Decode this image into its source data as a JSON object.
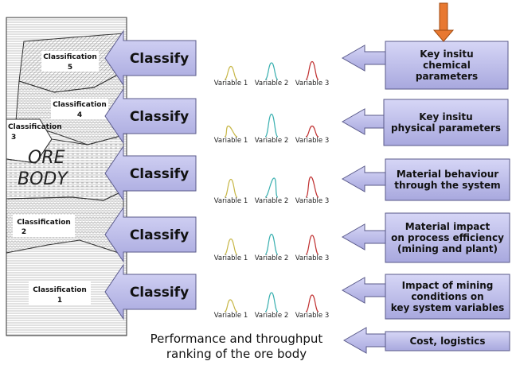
{
  "ore_body": {
    "label_line1": "ORE",
    "label_line2": "BODY",
    "classifications": [
      {
        "name": "Classification",
        "number": "5"
      },
      {
        "name": "Classification",
        "number": "4"
      },
      {
        "name": "Classification",
        "number": "3"
      },
      {
        "name": "Classification",
        "number": "2"
      },
      {
        "name": "Classification",
        "number": "1"
      }
    ]
  },
  "classify_label": "Classify",
  "variables": [
    "Variable 1",
    "Variable 2",
    "Variable 3"
  ],
  "variable_colors": [
    "#c8b84a",
    "#3ab0b0",
    "#c03030"
  ],
  "parameter_boxes": [
    {
      "lines": [
        "Key  insitu",
        "chemical",
        "parameters"
      ]
    },
    {
      "lines": [
        "Key  insitu",
        "physical  parameters"
      ]
    },
    {
      "lines": [
        "Material behaviour",
        "through the system"
      ]
    },
    {
      "lines": [
        "Material impact",
        "on process efficiency",
        "(mining and plant)"
      ]
    },
    {
      "lines": [
        "Impact of mining",
        "conditions on",
        "key system variables"
      ]
    },
    {
      "lines": [
        "Cost, logistics"
      ]
    }
  ],
  "footer": {
    "line1": "Performance and throughput",
    "line2": "ranking of the ore body"
  },
  "colors": {
    "arrow_fill": "#b8b8e8",
    "arrow_stroke": "#5a5a8a",
    "input_arrow": "#e87830"
  }
}
